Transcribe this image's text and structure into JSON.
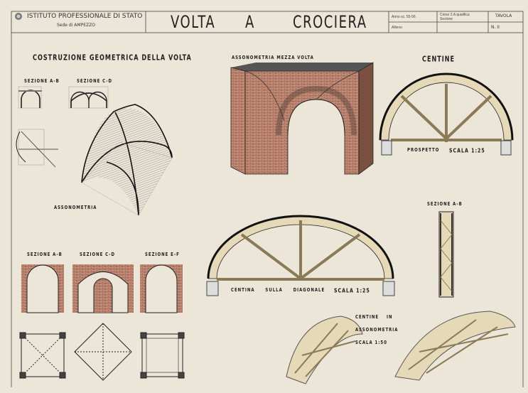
{
  "header": {
    "institute": "ISTITUTO PROFESSIONALE DI STATO",
    "seat": "Sede di AMPEZZO",
    "title_words": [
      "VOLTA",
      "A",
      "CROCIERA"
    ],
    "anno_label": "Anno sc. 55-56",
    "corso_label": "Corso 2.A qualifica",
    "sezione_label": "Sezione",
    "allievo_label": "Allievo",
    "tavola_label": "TAVOLA",
    "tavola_number": "N. II"
  },
  "labels": {
    "geometric_construction": "COSTRUZIONE GEOMETRICA DELLA VOLTA",
    "sez_ab_top": "SEZIONE A-B",
    "sez_cd_top": "SEZIONE C-D",
    "axonometry": "ASSONOMETRIA",
    "half_vault": "ASSONOMETRIA MEZZA VOLTA",
    "centine": "CENTINE",
    "prospetto": "PROSPETTO",
    "scala_125_a": "SCALA 1:25",
    "sez_ab_right": "SEZIONE A-B",
    "diagonal": "CENTINA SULLA DIAGONALE",
    "scala_125_b": "SCALA 1:25",
    "centine_in": "CENTINE IN",
    "assonometria2": "ASSONOMETRIA",
    "scala_150": "SCALA 1:50",
    "sez_ab_bottom": "SEZIONE A-B",
    "sez_cd_bottom": "SEZIONE C-D",
    "sez_ef_bottom": "SEZIONE E-F"
  },
  "colors": {
    "paper": "#ece6d8",
    "ink": "#1e1e1e",
    "brick": "#b06a52",
    "wood": "#e6d9b8"
  }
}
